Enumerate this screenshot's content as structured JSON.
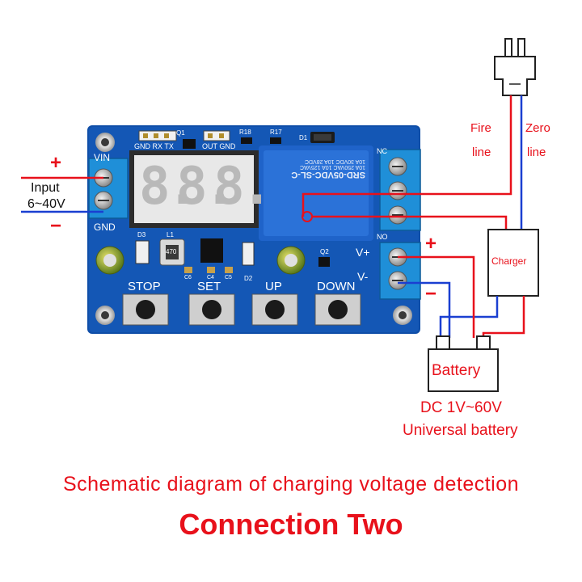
{
  "input": {
    "label": "Input",
    "range": "6~40V",
    "plus": "+",
    "minus": "−"
  },
  "board": {
    "vin": "VIN",
    "gnd": "GND",
    "header_left": "GND RX TX",
    "header_right": "OUT GND",
    "q1": "Q1",
    "r18": "R18",
    "r17": "R17",
    "d1": "D1",
    "l1": "L1",
    "d3": "D3",
    "d2": "D2",
    "c4": "C4",
    "c5": "C5",
    "c6": "C6",
    "q2": "Q2",
    "inductor_value": "470",
    "relay_lines": [
      "SRD-05VDC-SL-C",
      "10A 250VAC  10A 125VAC",
      "10A 30VDC  10A 28VDC"
    ],
    "nc": "NC",
    "no": "NO",
    "vplus": "V+",
    "vminus": "V-",
    "display_digits": [
      "8.",
      "8.",
      "8."
    ],
    "buttons": {
      "stop": "STOP",
      "set": "SET",
      "up": "UP",
      "down": "DOWN"
    }
  },
  "mains": {
    "fire": [
      "Fire",
      "line"
    ],
    "zero": [
      "Zero",
      "line"
    ]
  },
  "charger": {
    "label": "Charger"
  },
  "battery": {
    "label": "Battery",
    "spec_line1": "DC 1V~60V",
    "spec_line2": "Universal battery",
    "plus": "+",
    "minus": "−"
  },
  "captions": {
    "title": "Schematic diagram of charging voltage detection",
    "subtitle": "Connection Two"
  },
  "colors": {
    "pcb": "#0f4ea8",
    "wire_red": "#e8111b",
    "wire_blue": "#1a3fd1",
    "caption": "#e8111b",
    "terminal": "#1f8fd8",
    "relay": "#1f63c9"
  }
}
